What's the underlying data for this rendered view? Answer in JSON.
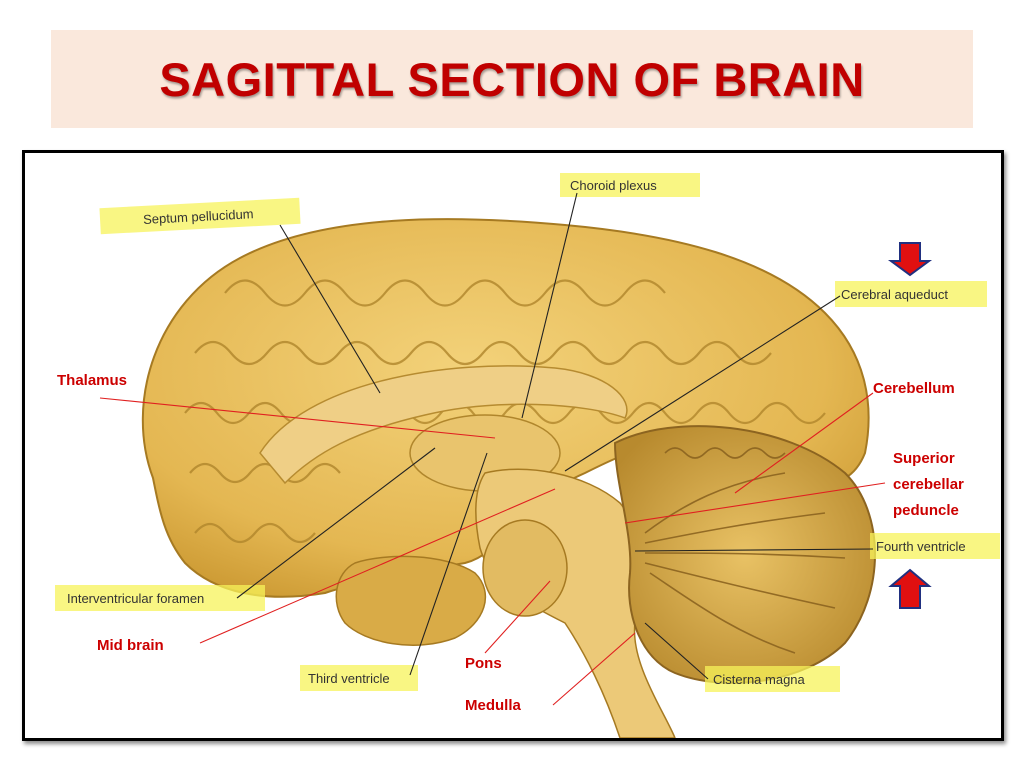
{
  "title": "SAGITTAL SECTION OF BRAIN",
  "colors": {
    "title": "#c00000",
    "title_band": "#fae8dc",
    "highlight": "#f7f35a",
    "red_label": "#cc0000",
    "brain": "#e6bf5a"
  },
  "figure_labels": {
    "septum_pellucidum": "Septum pellucidum",
    "choroid_plexus": "Choroid plexus",
    "cerebral_aqueduct": "Cerebral aqueduct",
    "fourth_ventricle": "Fourth ventricle",
    "interventricular_foramen": "Interventricular foramen",
    "third_ventricle": "Third ventricle",
    "cisterna_magna": "Cisterna magna"
  },
  "red_labels": {
    "thalamus": "Thalamus",
    "cerebellum": "Cerebellum",
    "superior_1": "Superior",
    "superior_2": "cerebellar",
    "superior_3": "peduncle",
    "mid_brain": "Mid brain",
    "pons": "Pons",
    "medulla": "Medulla"
  },
  "arrows": [
    "down-arrow",
    "up-arrow"
  ]
}
